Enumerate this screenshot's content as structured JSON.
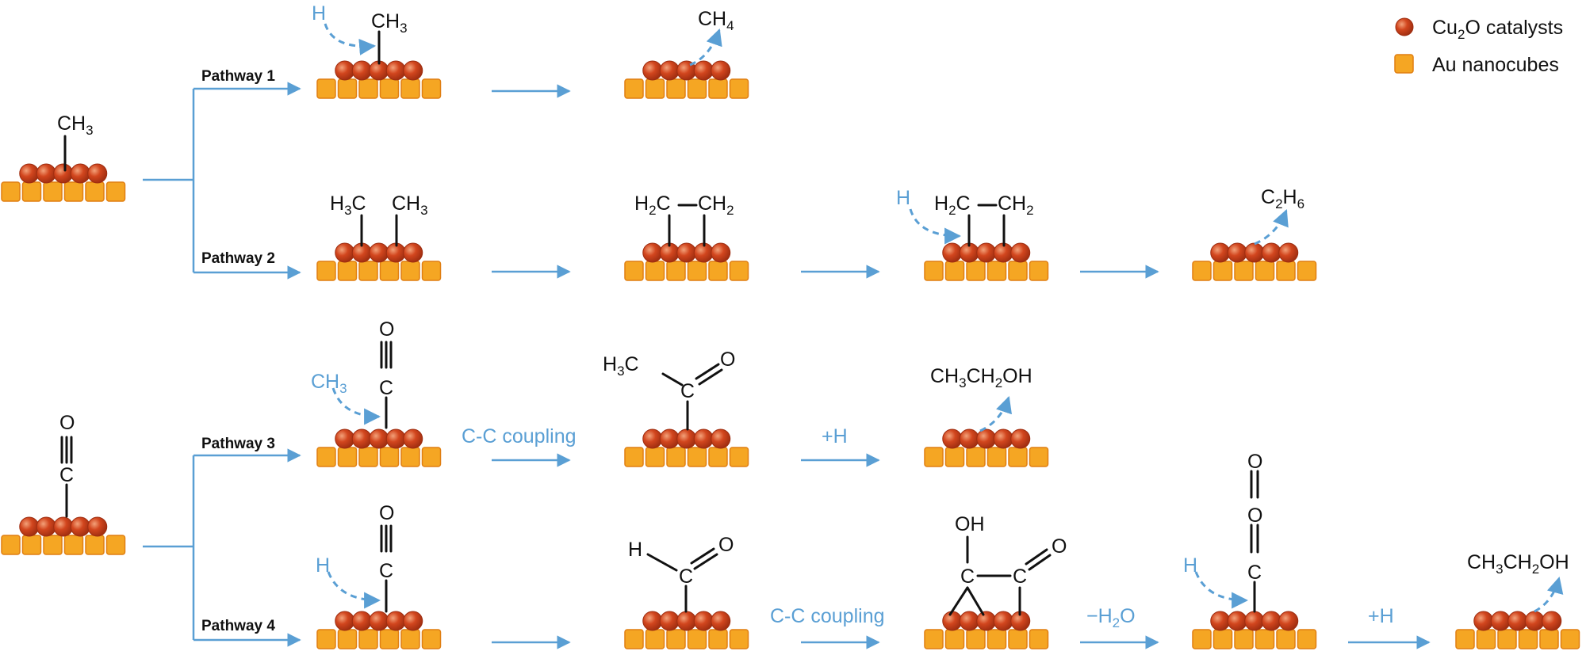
{
  "colors": {
    "arrow": "#5A9FD4",
    "cube_fill": "#F5A623",
    "cube_stroke": "#E07F12",
    "sphere_fill": "#D2461E",
    "sphere_stroke": "#9E2D10",
    "bond": "#111111",
    "text_blue": "#5A9FD4"
  },
  "legend": {
    "cu2o": {
      "main": "Cu",
      "sub": "2",
      "tail": "O catalysts"
    },
    "au": "Au nanocubes"
  },
  "pathways": {
    "p1": "Pathway 1",
    "p2": "Pathway 2",
    "p3": "Pathway 3",
    "p4": "Pathway 4"
  },
  "atoms": {
    "H": "H",
    "C": "C",
    "O": "O",
    "OH": "OH",
    "CH3": {
      "main": "CH",
      "sub": "3"
    },
    "H3C": {
      "pre": "H",
      "sub": "3",
      "post": "C"
    },
    "CH2": {
      "main": "CH",
      "sub": "2"
    },
    "H2C": {
      "pre": "H",
      "sub": "2",
      "post": "C"
    },
    "CH4": {
      "main": "CH",
      "sub": "4"
    },
    "C2H6": {
      "a": "C",
      "s1": "2",
      "b": "H",
      "s2": "6"
    },
    "ethanol": {
      "a": "CH",
      "s1": "3",
      "b": "CH",
      "s2": "2",
      "c": "OH"
    }
  },
  "step_labels": {
    "cc_coupling": "C-C coupling",
    "plus_h": "+H",
    "minus_h2o": {
      "pre": "−H",
      "sub": "2",
      "post": "O"
    }
  }
}
